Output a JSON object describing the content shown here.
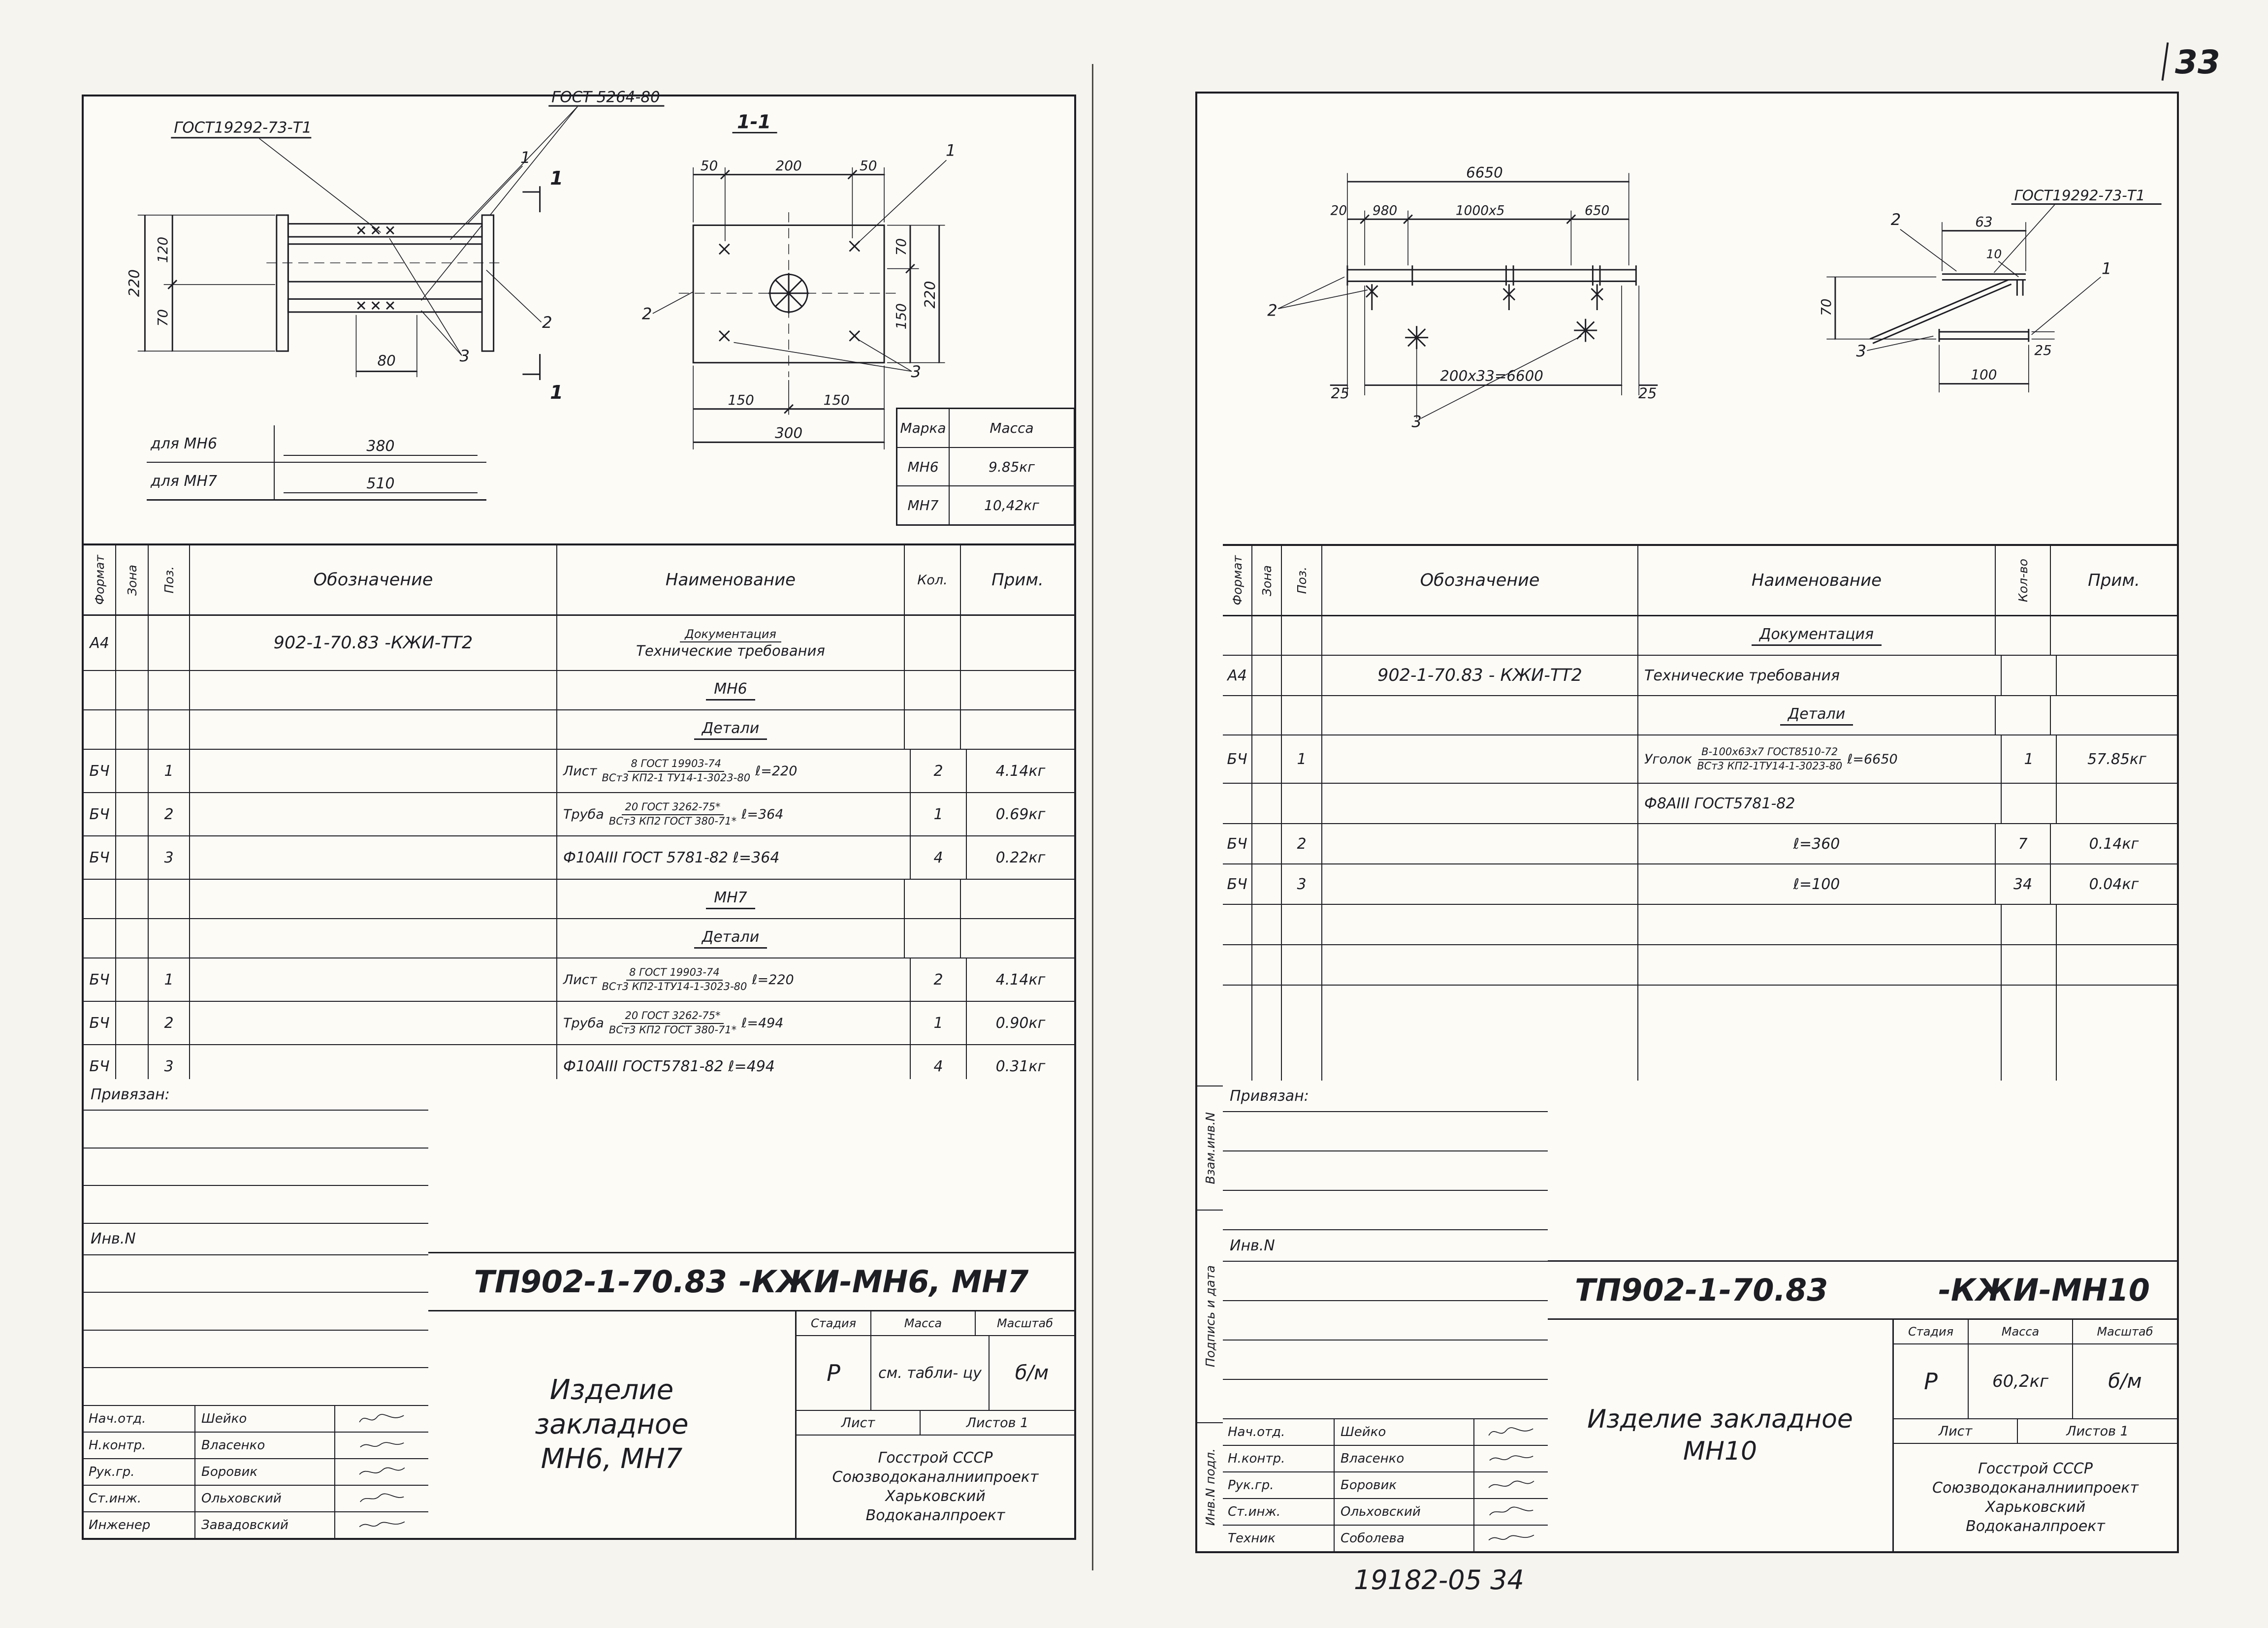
{
  "page": {
    "number": "33",
    "footer_note": "19182-05  34"
  },
  "left": {
    "drawing": {
      "gost_plate": "ГОСТ19292-73-Т1",
      "gost_weld": "ГОСТ 5264-80",
      "cut": "1",
      "front": {
        "h_total": "220",
        "h_mid": "120",
        "h_low": "70",
        "w": "80",
        "c1": "1",
        "c2": "2",
        "c3": "3"
      },
      "len_rows": [
        {
          "label": "для МН6",
          "value": "380"
        },
        {
          "label": "для МН7",
          "value": "510"
        }
      ],
      "section": {
        "title": "1-1",
        "top1": "50",
        "top2": "200",
        "top3": "50",
        "r1": "70",
        "r2": "150",
        "r_total": "220",
        "b1": "150",
        "b2": "150",
        "b_total": "300",
        "c1": "1",
        "c2": "2",
        "c3": "3"
      },
      "mass": {
        "h1": "Марка",
        "h2": "Масса",
        "rows": [
          [
            "МН6",
            "9.85кг"
          ],
          [
            "МН7",
            "10,42кг"
          ]
        ]
      }
    },
    "spec": {
      "headers": {
        "format": "Формат",
        "zone": "Зона",
        "pos": "Поз.",
        "designation": "Обозначение",
        "name": "Наименование",
        "qty": "Кол.",
        "note": "Прим."
      },
      "rows": [
        {
          "format": "А4",
          "designation": "902-1-70.83 -КЖИ-ТТ2",
          "small": "Документация",
          "name": "Технические требования"
        },
        {
          "name": "МН6"
        },
        {
          "name": "Детали"
        },
        {
          "format": "БЧ",
          "pos": "1",
          "prefix": "Лист",
          "top": "8 ГОСТ 19903-74",
          "bottom": "ВСт3 КП2-1 ТУ14-1-3023-80",
          "suffix": "ℓ=220",
          "qty": "2",
          "note": "4.14кг"
        },
        {
          "format": "БЧ",
          "pos": "2",
          "prefix": "Труба",
          "top": "20 ГОСТ 3262-75*",
          "bottom": "ВСт3 КП2 ГОСТ 380-71*",
          "suffix": "ℓ=364",
          "qty": "1",
          "note": "0.69кг"
        },
        {
          "format": "БЧ",
          "pos": "3",
          "name": "Ф10АIII ГОСТ 5781-82  ℓ=364",
          "qty": "4",
          "note": "0.22кг"
        },
        {
          "name": "МН7"
        },
        {
          "name": "Детали"
        },
        {
          "format": "БЧ",
          "pos": "1",
          "prefix": "Лист",
          "top": "8 ГОСТ 19903-74",
          "bottom": "ВСт3 КП2-1ТУ14-1-3023-80",
          "suffix": "ℓ=220",
          "qty": "2",
          "note": "4.14кг"
        },
        {
          "format": "БЧ",
          "pos": "2",
          "prefix": "Труба",
          "top": "20 ГОСТ 3262-75*",
          "bottom": "ВСт3 КП2 ГОСТ 380-71*",
          "suffix": "ℓ=494",
          "qty": "1",
          "note": "0.90кг"
        },
        {
          "format": "БЧ",
          "pos": "3",
          "name": "Ф10АIII ГОСТ5781-82  ℓ=494",
          "qty": "4",
          "note": "0.31кг"
        }
      ]
    },
    "attach": {
      "label": "Привязан:",
      "inv": "Инв.N"
    },
    "title": {
      "num": "ТП902-1-70.83",
      "code": "-КЖИ-МН6, МН7",
      "product_lines": [
        "Изделие",
        "закладное",
        "МН6, МН7"
      ],
      "stage_label": "Стадия",
      "mass_label": "Масса",
      "scale_label": "Масштаб",
      "stage": "Р",
      "mass": "см. табли- цу",
      "scale": "б/м",
      "sheet_label": "Лист",
      "sheets_label": "Листов 1",
      "org_lines": [
        "Госстрой СССР",
        "Союзводоканалниипроект",
        "Харьковский",
        "Водоканалпроект"
      ],
      "signatures": [
        {
          "role": "Нач.отд.",
          "name": "Шейко"
        },
        {
          "role": "Н.контр.",
          "name": "Власенко"
        },
        {
          "role": "Рук.гр.",
          "name": "Боровик"
        },
        {
          "role": "Ст.инж.",
          "name": "Ольховский"
        },
        {
          "role": "Инженер",
          "name": "Завадовский"
        }
      ]
    }
  },
  "right": {
    "drawing": {
      "total": "6650",
      "s1": "20",
      "s2": "980",
      "s3": "1000x5",
      "s4": "650",
      "b_left": "25",
      "b_mid": "200x33=6600",
      "b_right": "25",
      "c2": "2",
      "c3": "3",
      "detail": {
        "gost": "ГОСТ19292-73-Т1",
        "d63": "63",
        "d10": "10",
        "d70": "70",
        "d25": "25",
        "d100": "100",
        "c1": "1",
        "c2": "2",
        "c3": "3"
      }
    },
    "spec": {
      "headers": {
        "format": "Формат",
        "zone": "Зона",
        "pos": "Поз.",
        "designation": "Обозначение",
        "name": "Наименование",
        "qty": "Кол-во",
        "note": "Прим."
      },
      "rows": [
        {
          "name": "Документация"
        },
        {
          "format": "А4",
          "designation": "902-1-70.83 - КЖИ-ТТ2",
          "name": "Технические требования"
        },
        {
          "name": "Детали"
        },
        {
          "format": "БЧ",
          "pos": "1",
          "prefix": "Уголок",
          "top": "В-100х63х7 ГОСТ8510-72",
          "bottom": "ВСт3 КП2-1ТУ14-1-3023-80",
          "suffix": "ℓ=6650",
          "qty": "1",
          "note": "57.85кг"
        },
        {
          "name": "Ф8АIII ГОСТ5781-82"
        },
        {
          "format": "БЧ",
          "pos": "2",
          "name": "ℓ=360",
          "qty": "7",
          "note": "0.14кг"
        },
        {
          "format": "БЧ",
          "pos": "3",
          "name": "ℓ=100",
          "qty": "34",
          "note": "0.04кг"
        }
      ]
    },
    "side_labels": [
      "Взам.инв.N",
      "Подпись и дата",
      "Инв.N подл."
    ],
    "attach": {
      "label": "Привязан:",
      "inv": "Инв.N"
    },
    "title": {
      "num": "ТП902-1-70.83",
      "code": "-КЖИ-МН10",
      "product_lines": [
        "Изделие закладное",
        "МН10"
      ],
      "stage_label": "Стадия",
      "mass_label": "Масса",
      "scale_label": "Масштаб",
      "stage": "Р",
      "mass": "60,2кг",
      "scale": "б/м",
      "sheet_label": "Лист",
      "sheets_label": "Листов 1",
      "org_lines": [
        "Госстрой СССР",
        "Союзводоканалниипроект",
        "Харьковский",
        "Водоканалпроект"
      ],
      "signatures": [
        {
          "role": "Нач.отд.",
          "name": "Шейко"
        },
        {
          "role": "Н.контр.",
          "name": "Власенко"
        },
        {
          "role": "Рук.гр.",
          "name": "Боровик"
        },
        {
          "role": "Ст.инж.",
          "name": "Ольховский"
        },
        {
          "role": "Техник",
          "name": "Соболева"
        }
      ]
    }
  }
}
